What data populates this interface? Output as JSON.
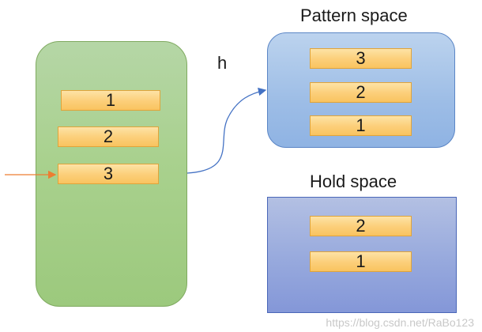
{
  "input": {
    "lines": [
      "1",
      "2",
      "3"
    ]
  },
  "command": "h",
  "pattern_space": {
    "title": "Pattern space",
    "lines": [
      "3",
      "2",
      "1"
    ]
  },
  "hold_space": {
    "title": "Hold space",
    "lines": [
      "2",
      "1"
    ]
  },
  "watermark": "https://blog.csdn.net/RaBo123",
  "colors": {
    "input_arrow": "#ed7d31",
    "flow_arrow": "#4472c4"
  }
}
